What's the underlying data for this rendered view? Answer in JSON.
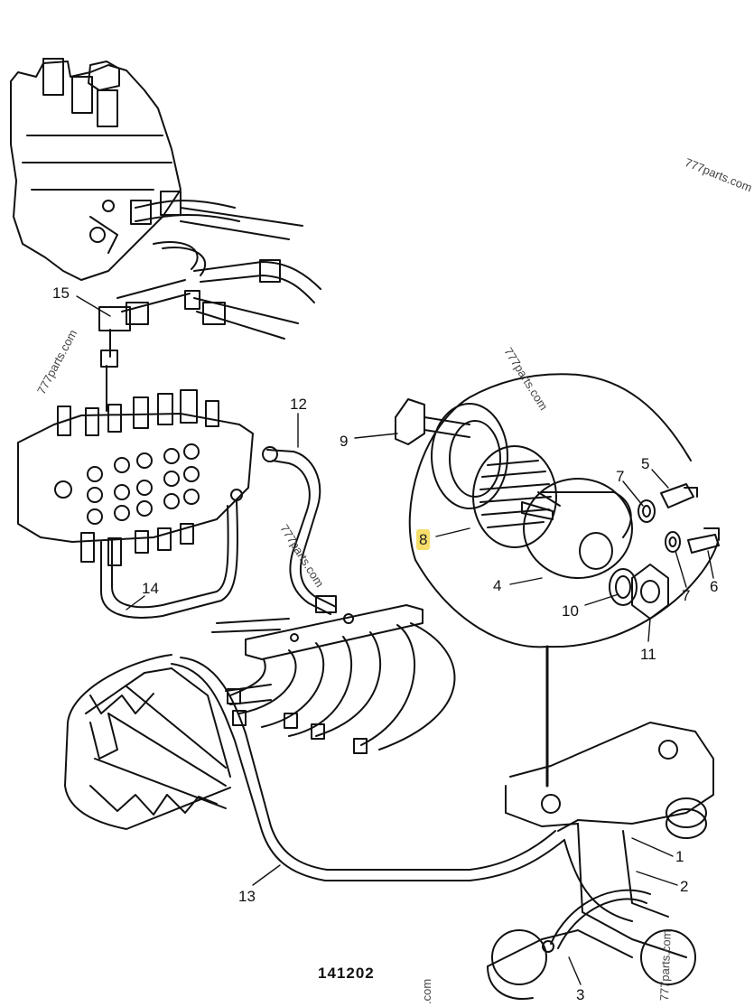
{
  "callouts": {
    "c1": "1",
    "c2": "2",
    "c3": "3",
    "c4": "4",
    "c5": "5",
    "c6": "6",
    "c7a": "7",
    "c7b": "7",
    "c8": "8",
    "c9": "9",
    "c10": "10",
    "c11": "11",
    "c12": "12",
    "c13": "13",
    "c14": "14",
    "c15": "15"
  },
  "drawing_number": "141202",
  "watermarks": {
    "w1": "777parts.com",
    "w2": "777parts.com",
    "w3": "777parts.com",
    "w4": "777parts.com",
    "w5": "777parts.com",
    "w6": ".com"
  },
  "colors": {
    "ink": "#111111",
    "highlight": "#f7de6b"
  }
}
